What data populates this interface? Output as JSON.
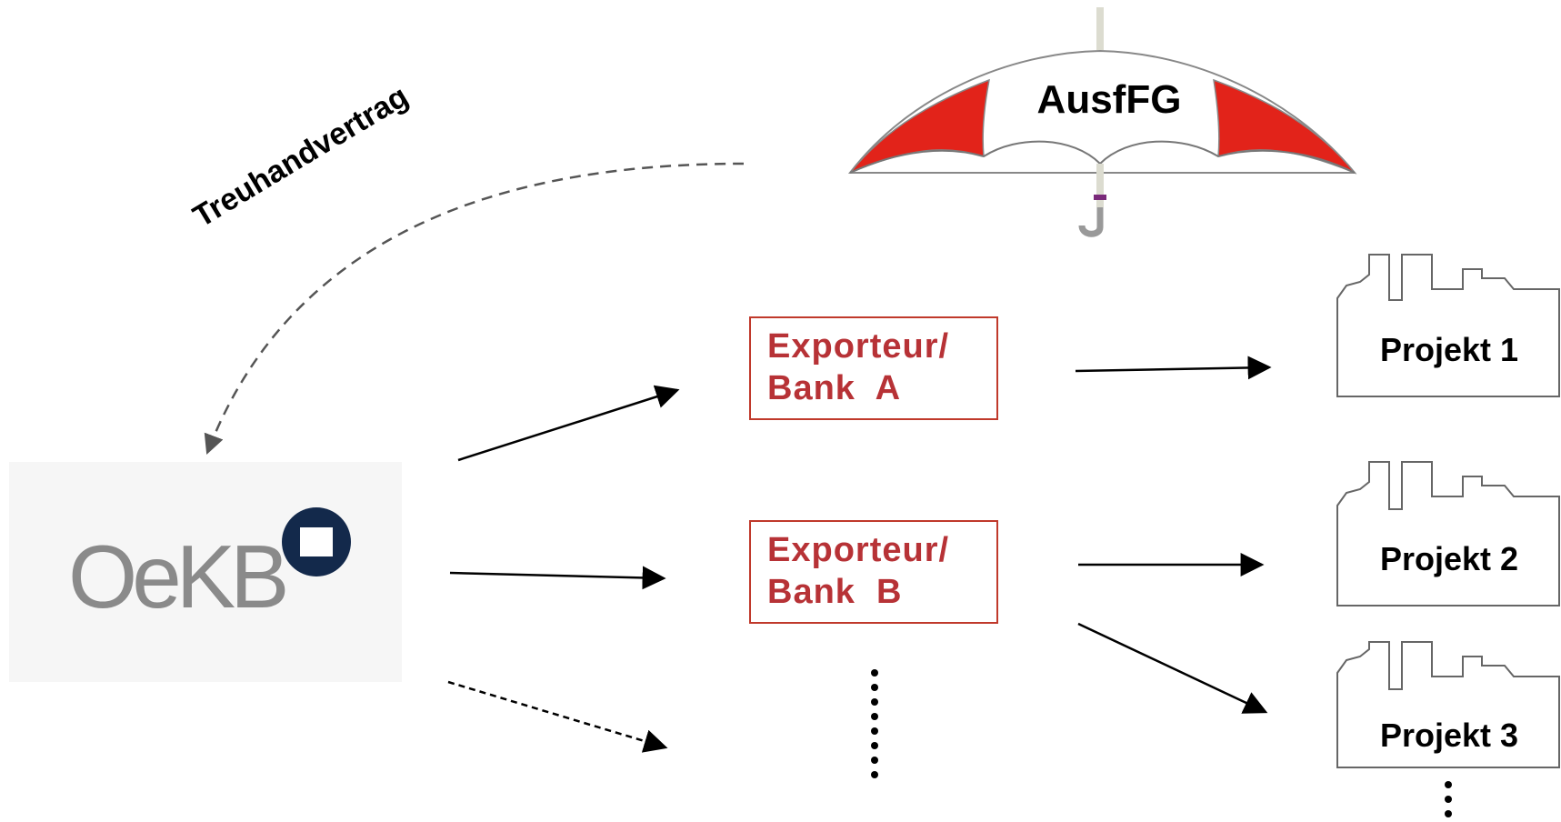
{
  "umbrella": {
    "label": "AusfFG"
  },
  "trust_contract": {
    "label": "Treuhandvertrag"
  },
  "issuer": {
    "logo_text": "OeKB"
  },
  "exporters": [
    {
      "line1": "Exporteur/",
      "line2": "Bank  A"
    },
    {
      "line1": "Exporteur/",
      "line2": "Bank  B"
    }
  ],
  "projects": [
    {
      "label": "Projekt 1"
    },
    {
      "label": "Projekt 2"
    },
    {
      "label": "Projekt 3"
    }
  ],
  "colors": {
    "accent_red": "#e2231a",
    "box_text": "#b73236",
    "box_border": "#c0392b",
    "logo_gray": "#8a8a8a",
    "logo_navy": "#13294b"
  }
}
